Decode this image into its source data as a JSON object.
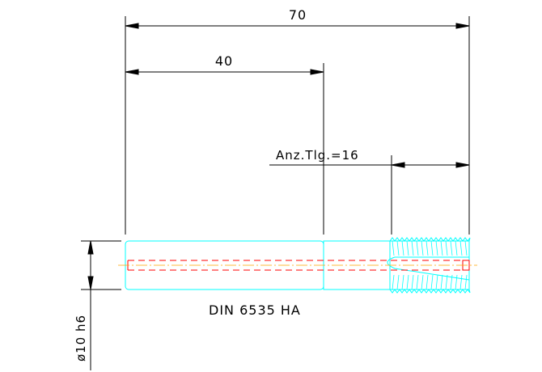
{
  "drawing": {
    "dimensions": {
      "overall_length": "70",
      "shank_length": "40",
      "flute_note": "Anz.Tlg.=16",
      "diameter": "ø10 h6"
    },
    "caption": "DIN 6535 HA",
    "colors": {
      "outline": "#00ffff",
      "dimension": "#000000",
      "centerline": "#ff0000",
      "coolant": "#ff0000"
    }
  }
}
